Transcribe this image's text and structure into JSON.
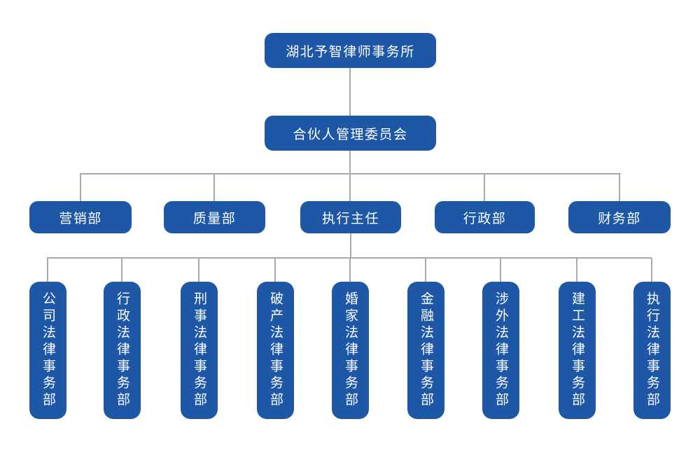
{
  "org_chart": {
    "root": {
      "label": "湖北予智律师事务所"
    },
    "committee": {
      "label": "合伙人管理委员会"
    },
    "level3": [
      {
        "label": "营销部"
      },
      {
        "label": "质量部"
      },
      {
        "label": "执行主任"
      },
      {
        "label": "行政部"
      },
      {
        "label": "财务部"
      }
    ],
    "level4": [
      {
        "label": "公司法律事务部"
      },
      {
        "label": "行政法律事务部"
      },
      {
        "label": "刑事法律事务部"
      },
      {
        "label": "破产法律事务部"
      },
      {
        "label": "婚家法律事务部"
      },
      {
        "label": "金融法律事务部"
      },
      {
        "label": "涉外法律事务部"
      },
      {
        "label": "建工法律事务部"
      },
      {
        "label": "执行法律事务部"
      }
    ],
    "colors": {
      "node_fill": "#1d57a5",
      "node_text": "#ffffff",
      "connector": "#a9a9a9",
      "background": "#ffffff"
    }
  }
}
